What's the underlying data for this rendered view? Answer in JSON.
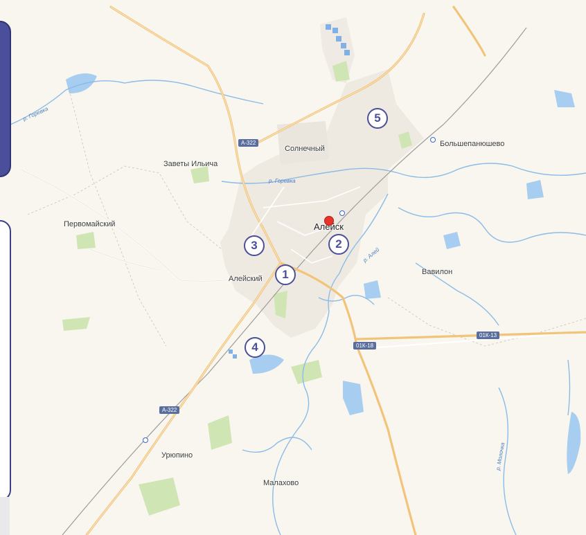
{
  "map": {
    "places": {
      "solnechny": "Солнечный",
      "zavety_ilicha": "Заветы Ильича",
      "pervomaisky": "Первомайский",
      "aleysk": "Алейск",
      "aleysky": "Алейский",
      "vavilon": "Вавилон",
      "bolsheshapanyushevo": "Большепанюшево",
      "uryupino": "Урюпино",
      "malakhovo": "Малахово"
    },
    "rivers": {
      "gorevka_west": "р. Горевка",
      "gorevka_center": "р. Горевка",
      "aley": "р. Алей",
      "molochka": "р. Молочка"
    },
    "roads": {
      "a322_north": "А-322",
      "a322_south": "А-322",
      "r01k18": "01К-18",
      "r01k13": "01К-13"
    },
    "markers": {
      "m1": "1",
      "m2": "2",
      "m3": "3",
      "m4": "4",
      "m5": "5"
    },
    "colors": {
      "background": "#f8f6ee",
      "urban": "#eeeae2",
      "major_road": "#f5c878",
      "water": "#a7cdf0",
      "green": "#cfe5b4",
      "marker": "#4a4f98",
      "city_pin": "#e8332a"
    }
  }
}
